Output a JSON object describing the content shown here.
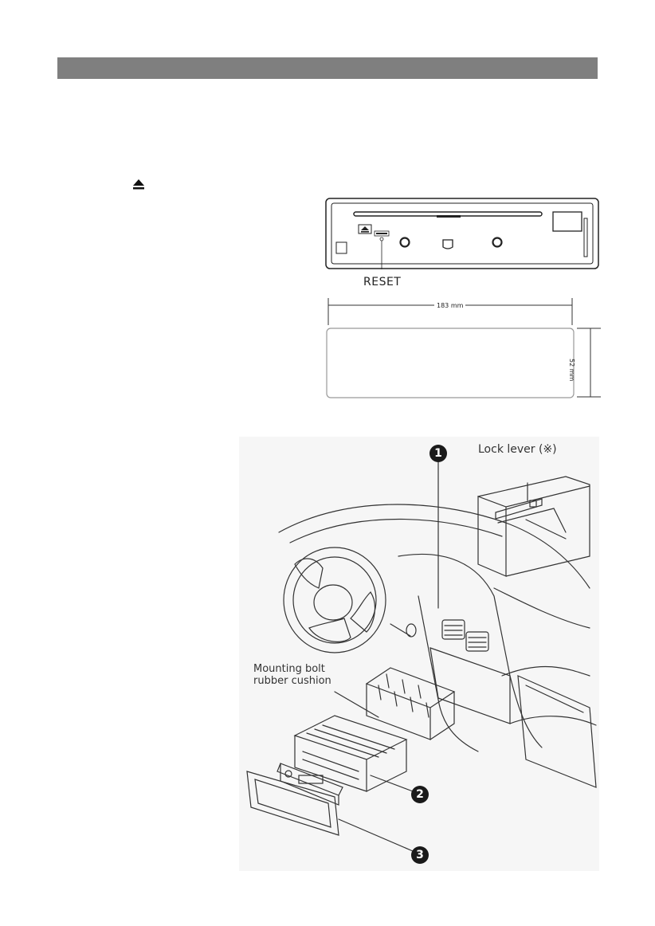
{
  "labels": {
    "reset": "RESET",
    "width": "183 mm",
    "height": "52 mm",
    "lock_lever": "Lock lever (※)",
    "mounting_bolt": "Mounting bolt",
    "rubber_cushion": "rubber cushion"
  },
  "callouts": [
    "1",
    "2",
    "3"
  ],
  "icons": {
    "eject": "eject-icon",
    "reset": "reset-button-icon"
  }
}
